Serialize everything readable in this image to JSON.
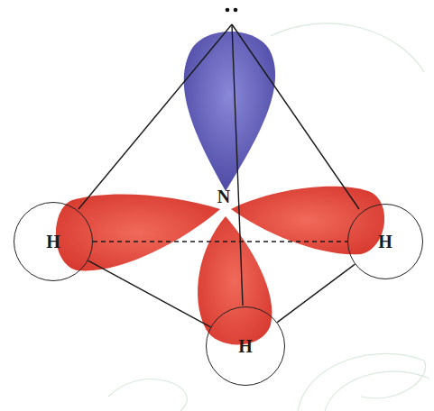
{
  "diagram": {
    "nodes": [
      {
        "text": [
          "H"
        ]
      },
      {
        "text": [
          "H"
        ]
      },
      {
        "text": [
          "H"
        ]
      }
    ],
    "edges": [
      {
        "from": 0,
        "to": 1,
        "arrow": "none"
      },
      {
        "from": 0,
        "to": 2,
        "arrow": "none"
      },
      {
        "from": 2,
        "to": 1,
        "arrow": "none"
      }
    ],
    "labels": [
      "N"
    ]
  }
}
